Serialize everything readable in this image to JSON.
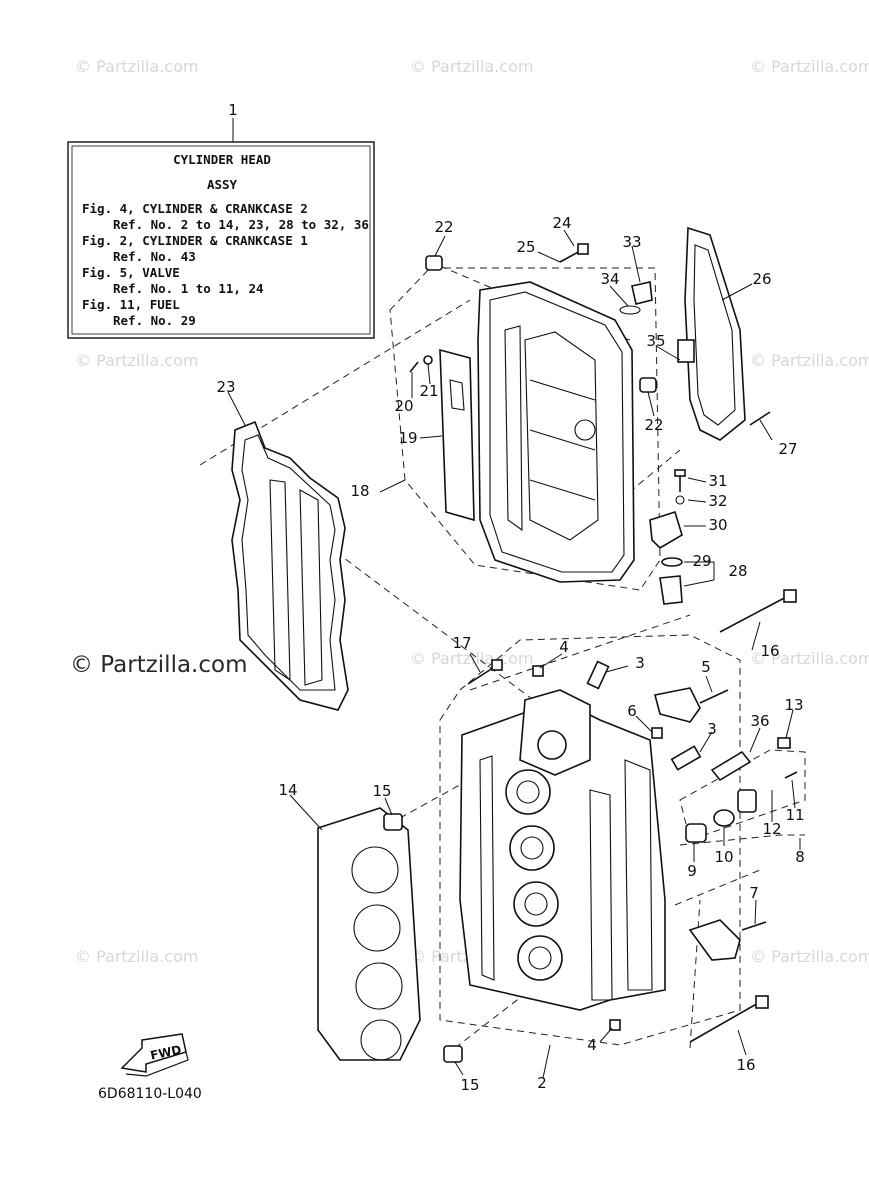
{
  "watermarks": {
    "small": "© Partzilla.com",
    "large": "© Partzilla.com"
  },
  "info_box": {
    "line1": "CYLINDER HEAD",
    "line2": "ASSY",
    "line3": "Fig. 4, CYLINDER & CRANKCASE 2",
    "line4": "Ref. No. 2 to 14, 23, 28 to 32, 36",
    "line5": "Fig. 2, CYLINDER & CRANKCASE 1",
    "line6": "Ref. No. 43",
    "line7": "Fig. 5, VALVE",
    "line8": "Ref. No. 1 to 11, 24",
    "line9": "Fig. 11, FUEL",
    "line10": "Ref. No. 29"
  },
  "callouts": {
    "c1": "1",
    "c2": "2",
    "c3a": "3",
    "c3b": "3",
    "c4a": "4",
    "c4b": "4",
    "c5": "5",
    "c6": "6",
    "c7": "7",
    "c8": "8",
    "c9": "9",
    "c10": "10",
    "c11": "11",
    "c12": "12",
    "c13": "13",
    "c14": "14",
    "c15a": "15",
    "c15b": "15",
    "c16a": "16",
    "c16b": "16",
    "c17": "17",
    "c18": "18",
    "c19": "19",
    "c20": "20",
    "c21": "21",
    "c22a": "22",
    "c22b": "22",
    "c23": "23",
    "c24": "24",
    "c25": "25",
    "c26": "26",
    "c27": "27",
    "c28": "28",
    "c29": "29",
    "c30": "30",
    "c31": "31",
    "c32": "32",
    "c33": "33",
    "c34": "34",
    "c35": "35",
    "c36": "36"
  },
  "fwd_label": "FWD",
  "diagram_code": "6D68110-L040"
}
